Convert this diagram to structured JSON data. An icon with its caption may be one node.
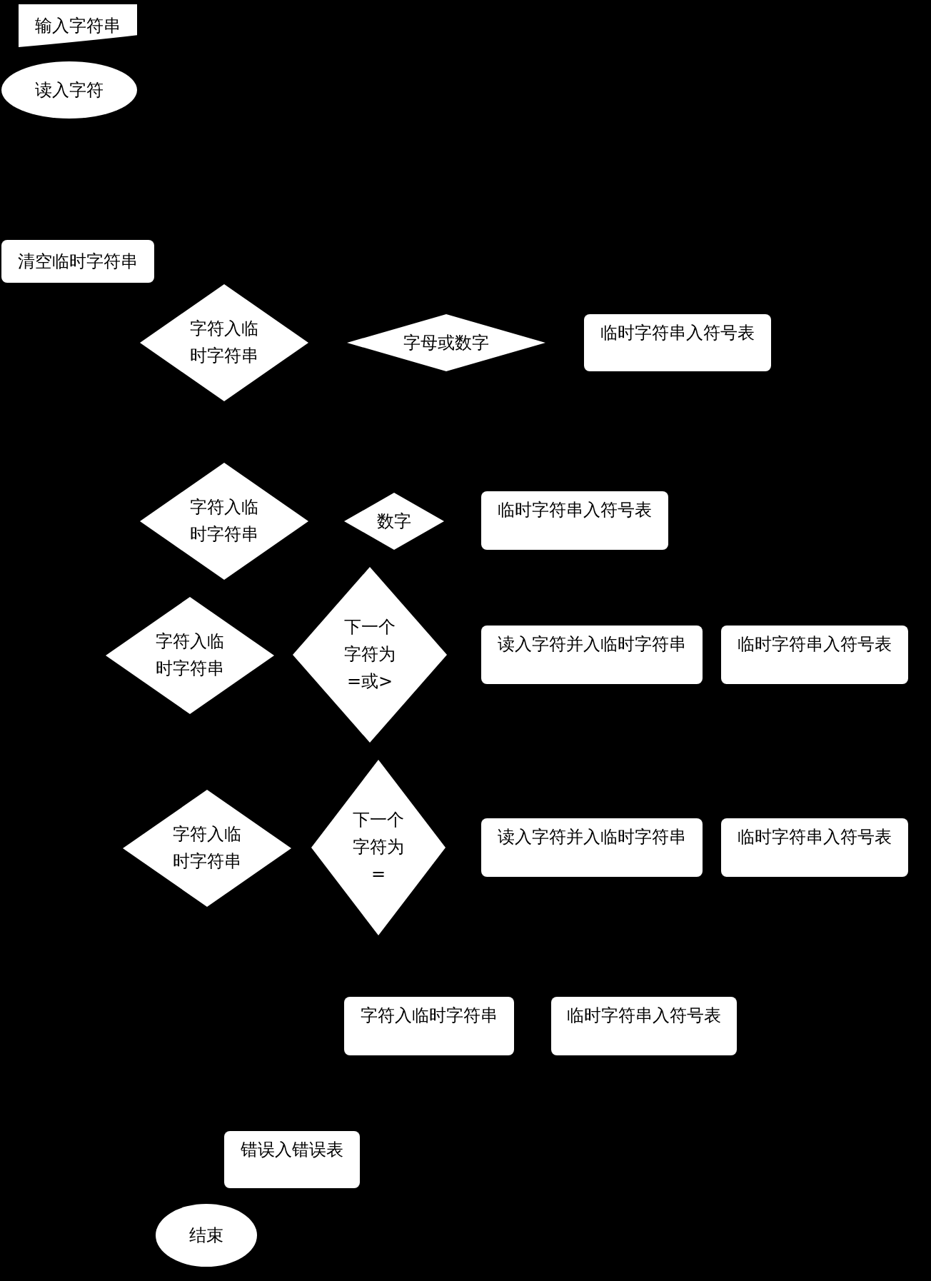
{
  "diagram": {
    "nodes": [
      {
        "text": [
          "输入字符串"
        ]
      },
      {
        "text": [
          "读入字符"
        ]
      },
      {
        "text": [
          "清空临时字符串"
        ]
      },
      {
        "text": [
          "字符入临时字符串"
        ]
      },
      {
        "text": [
          "字母或数字"
        ]
      },
      {
        "text": [
          "临时字符串入符号表"
        ]
      },
      {
        "text": [
          "字符入临时字符串"
        ]
      },
      {
        "text": [
          "数字"
        ]
      },
      {
        "text": [
          "临时字符串入符号表"
        ]
      },
      {
        "text": [
          "字符入临时字符串"
        ]
      },
      {
        "text": [
          "下一个字符为=或>"
        ]
      },
      {
        "text": [
          "读入字符并入临时字符串"
        ]
      },
      {
        "text": [
          "临时字符串入符号表"
        ]
      },
      {
        "text": [
          "字符入临时字符串"
        ]
      },
      {
        "text": [
          "下一个字符为="
        ]
      },
      {
        "text": [
          "读入字符并入临时字符串"
        ]
      },
      {
        "text": [
          "临时字符串入符号表"
        ]
      },
      {
        "text": [
          "字符入临时字符串"
        ]
      },
      {
        "text": [
          "临时字符串入符号表"
        ]
      },
      {
        "text": [
          "错误入错误表"
        ]
      },
      {
        "text": [
          "结束"
        ]
      }
    ]
  }
}
